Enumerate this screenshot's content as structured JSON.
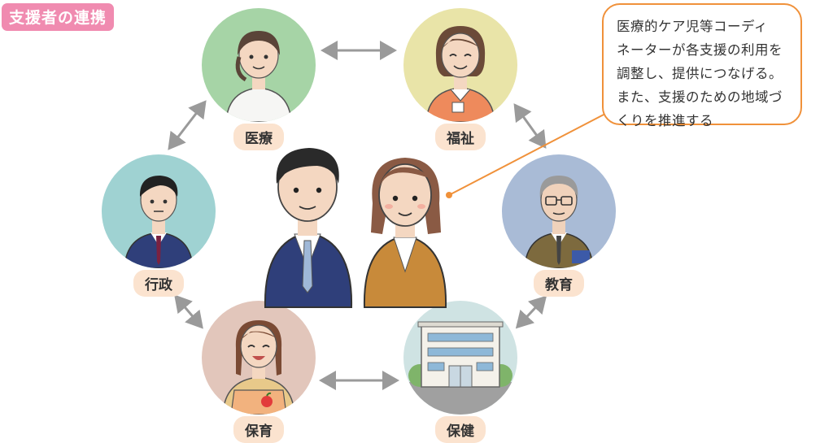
{
  "title": "支援者の連携",
  "nodes": {
    "medical": "医療",
    "welfare": "福祉",
    "education": "教育",
    "health": "保健",
    "childcare": "保育",
    "administration": "行政"
  },
  "callout": {
    "lines": [
      "医療的ケア児等コーディ",
      "ネーターが各支援の利用を",
      "調整し、提供につなげる。",
      "また、支援のための地域づ",
      "くりを推進する"
    ]
  },
  "colors": {
    "title_badge": "#f08bb0",
    "label_bg": "#fbe3cf",
    "callout_border": "#f0913a",
    "arrow": "#9a9a9a",
    "medical_bg": "#a6d4a6",
    "welfare_bg": "#e9e4a8",
    "education_bg": "#a9bbd6",
    "health_bg": "#cfe3e3",
    "childcare_bg": "#e2c6bb",
    "administration_bg": "#9fd2d2"
  }
}
